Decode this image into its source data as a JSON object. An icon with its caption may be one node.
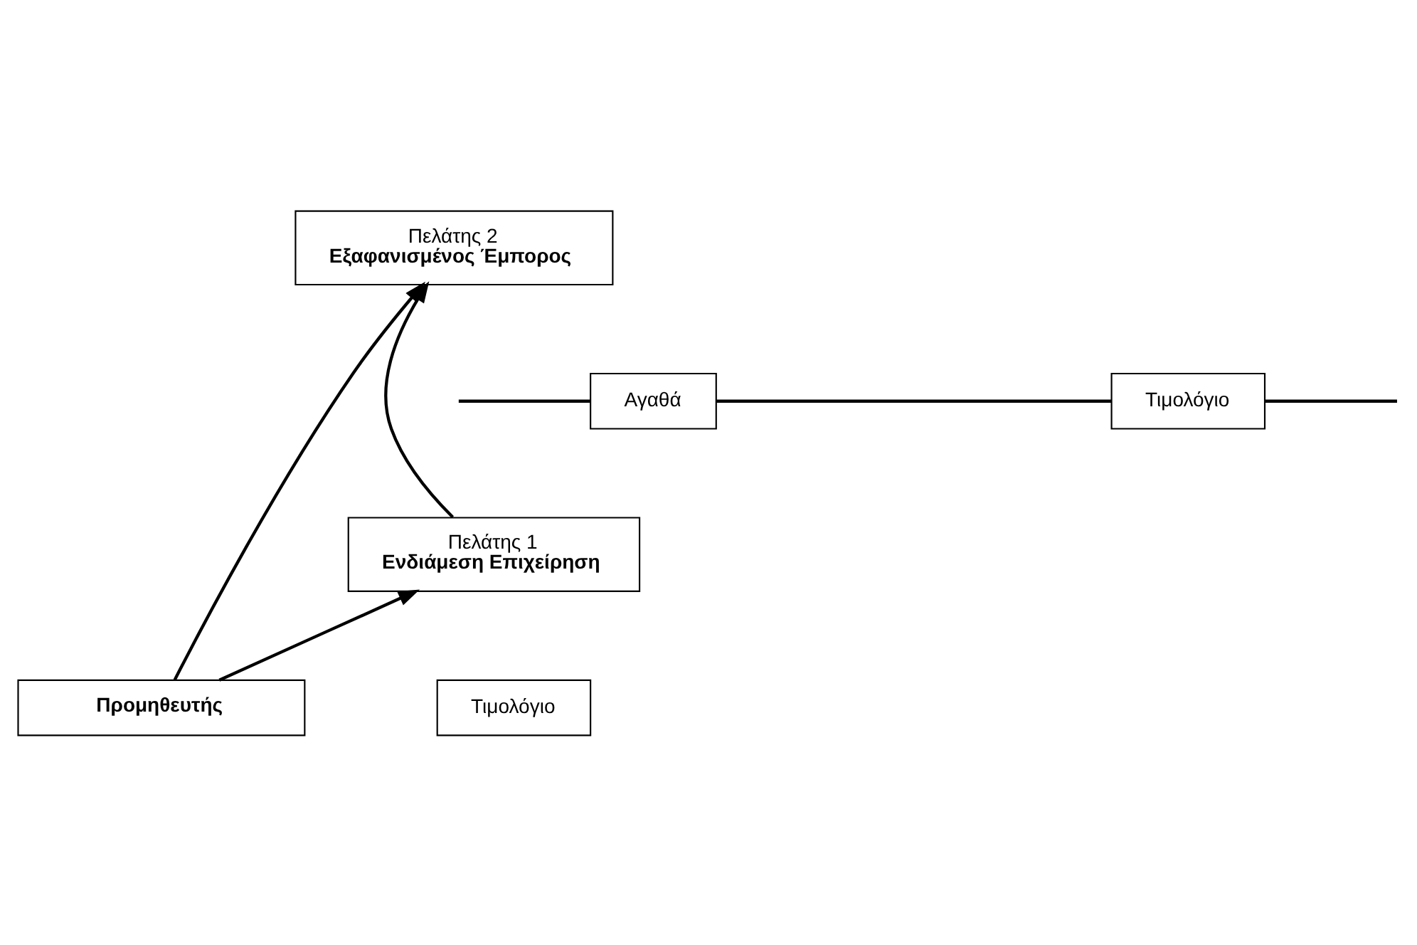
{
  "diagram": {
    "nodes": [
      {
        "text": [
          "Πελάτης 2",
          "Εξαφανισμένος Έμπορος"
        ]
      },
      {
        "text": [
          "Αγαθά"
        ]
      },
      {
        "text": [
          "Τιμολόγιο"
        ]
      },
      {
        "text": [
          "Πελάτης 1",
          "Ενδιάμεση Επιχείρηση"
        ]
      },
      {
        "text": [
          "Τιμολόγιο"
        ]
      },
      {
        "text": [
          "Προμηθευτής"
        ]
      }
    ],
    "edges": [
      {
        "from": 5,
        "to": 3,
        "arrow": "to"
      },
      {
        "from": 3,
        "to": 0,
        "arrow": "to"
      },
      {
        "from": 5,
        "to": 0,
        "arrow": "to"
      },
      {
        "from": null,
        "to": 1,
        "arrow": "none"
      },
      {
        "from": 1,
        "to": 2,
        "arrow": "none"
      },
      {
        "from": 2,
        "to": null,
        "arrow": "none"
      }
    ]
  }
}
